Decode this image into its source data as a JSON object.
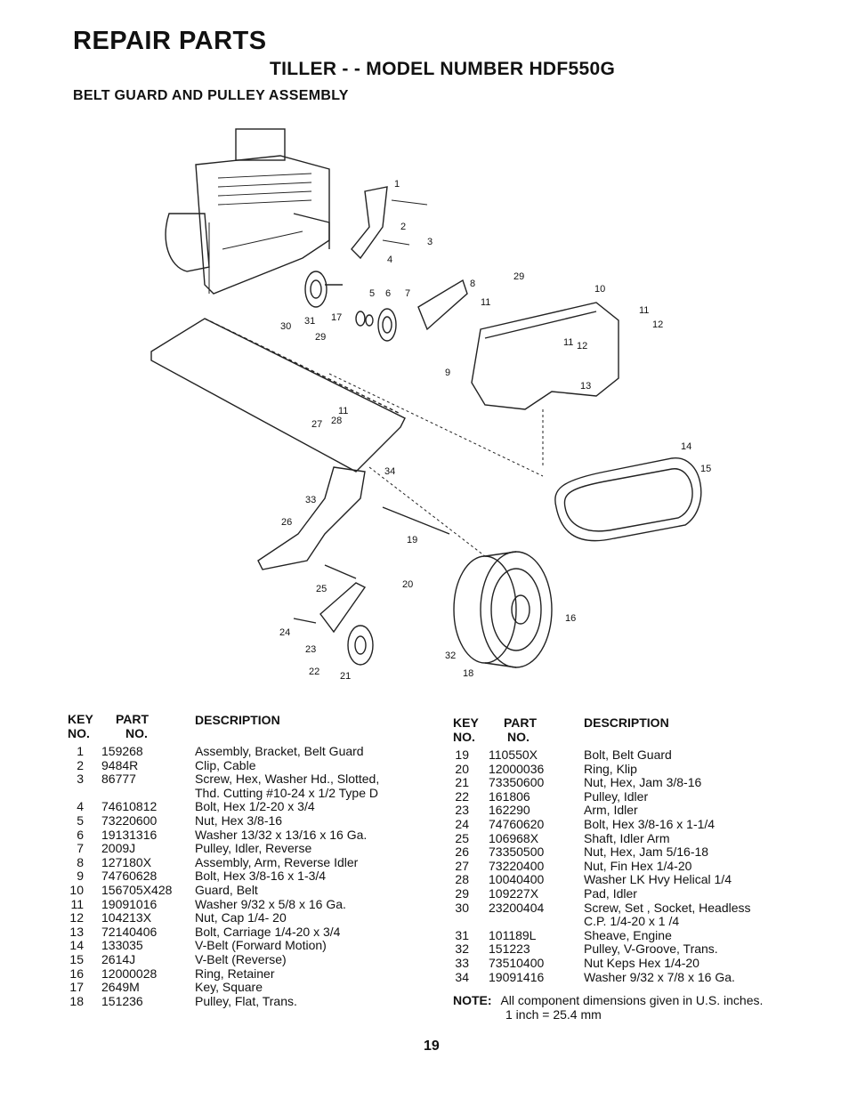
{
  "header": {
    "title": "REPAIR PARTS",
    "subtitle": "TILLER - - MODEL NUMBER HDF550G",
    "section": "BELT GUARD AND PULLEY ASSEMBLY"
  },
  "table_headers": {
    "key": "KEY",
    "key_no": "NO.",
    "part": "PART",
    "part_no": "NO.",
    "description": "DESCRIPTION"
  },
  "parts_left": [
    {
      "key": "1",
      "part": "159268",
      "desc": "Assembly, Bracket, Belt Guard"
    },
    {
      "key": "2",
      "part": "9484R",
      "desc": "Clip, Cable"
    },
    {
      "key": "3",
      "part": "86777",
      "desc": "Screw, Hex, Washer Hd., Slotted,\nThd. Cutting  #10-24 x 1/2 Type D"
    },
    {
      "key": "4",
      "part": "74610812",
      "desc": "Bolt, Hex  1/2-20 x 3/4"
    },
    {
      "key": "5",
      "part": "73220600",
      "desc": "Nut, Hex 3/8-16"
    },
    {
      "key": "6",
      "part": "19131316",
      "desc": "Washer  13/32 x 13/16 x 16 Ga."
    },
    {
      "key": "7",
      "part": "2009J",
      "desc": "Pulley, Idler, Reverse"
    },
    {
      "key": "8",
      "part": "127180X",
      "desc": "Assembly, Arm, Reverse Idler"
    },
    {
      "key": "9",
      "part": "74760628",
      "desc": "Bolt, Hex  3/8-16 x 1-3/4"
    },
    {
      "key": "10",
      "part": "156705X428",
      "desc": "Guard, Belt"
    },
    {
      "key": "11",
      "part": "19091016",
      "desc": "Washer  9/32 x 5/8 x 16 Ga."
    },
    {
      "key": "12",
      "part": "104213X",
      "desc": "Nut, Cap  1/4- 20"
    },
    {
      "key": "13",
      "part": "72140406",
      "desc": "Bolt, Carriage  1/4-20 x  3/4"
    },
    {
      "key": "14",
      "part": "133035",
      "desc": "V-Belt (Forward Motion)"
    },
    {
      "key": "15",
      "part": "2614J",
      "desc": "V-Belt (Reverse)"
    },
    {
      "key": "16",
      "part": "12000028",
      "desc": "Ring, Retainer"
    },
    {
      "key": "17",
      "part": "2649M",
      "desc": "Key, Square"
    },
    {
      "key": "18",
      "part": "151236",
      "desc": "Pulley, Flat, Trans."
    }
  ],
  "parts_right": [
    {
      "key": "19",
      "part": "110550X",
      "desc": "Bolt, Belt Guard"
    },
    {
      "key": "20",
      "part": "12000036",
      "desc": "Ring, Klip"
    },
    {
      "key": "21",
      "part": "73350600",
      "desc": "Nut, Hex, Jam  3/8-16"
    },
    {
      "key": "22",
      "part": "161806",
      "desc": "Pulley, Idler"
    },
    {
      "key": "23",
      "part": "162290",
      "desc": "Arm, Idler"
    },
    {
      "key": "24",
      "part": "74760620",
      "desc": "Bolt, Hex   3/8-16 x  1-1/4"
    },
    {
      "key": "25",
      "part": "106968X",
      "desc": "Shaft, Idler Arm"
    },
    {
      "key": "26",
      "part": "73350500",
      "desc": "Nut, Hex, Jam 5/16-18"
    },
    {
      "key": "27",
      "part": "73220400",
      "desc": "Nut, Fin Hex 1/4-20"
    },
    {
      "key": "28",
      "part": "10040400",
      "desc": "Washer LK Hvy Helical 1/4"
    },
    {
      "key": "29",
      "part": "109227X",
      "desc": "Pad, Idler"
    },
    {
      "key": "30",
      "part": "23200404",
      "desc": "Screw, Set , Socket, Headless\nC.P.  1/4-20 x 1 /4"
    },
    {
      "key": "31",
      "part": "101189L",
      "desc": "Sheave, Engine"
    },
    {
      "key": "32",
      "part": "151223",
      "desc": "Pulley, V-Groove, Trans."
    },
    {
      "key": "33",
      "part": "73510400",
      "desc": "Nut Keps Hex 1/4-20"
    },
    {
      "key": "34",
      "part": "19091416",
      "desc": "Washer 9/32 x 7/8 x 16 Ga."
    }
  ],
  "note": {
    "label": "NOTE:",
    "line1": "All component dimensions given in U.S. inches.",
    "line2": "1 inch = 25.4 mm"
  },
  "page_number": "19",
  "diagram_callouts": [
    "1",
    "2",
    "3",
    "4",
    "5",
    "6",
    "7",
    "8",
    "29",
    "10",
    "11",
    "12",
    "30",
    "31",
    "17",
    "29",
    "9",
    "11",
    "12",
    "13",
    "27",
    "28",
    "11",
    "14",
    "15",
    "34",
    "33",
    "26",
    "19",
    "25",
    "20",
    "16",
    "24",
    "23",
    "32",
    "22",
    "21",
    "18"
  ]
}
